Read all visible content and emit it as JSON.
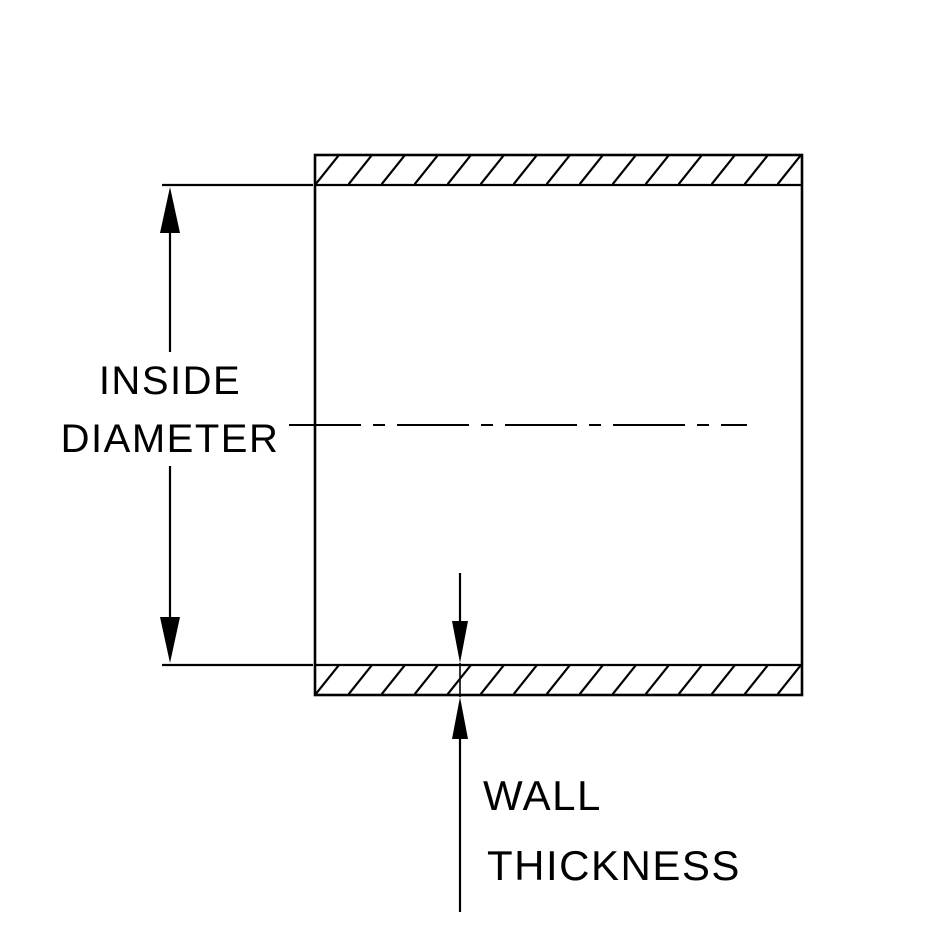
{
  "diagram": {
    "title": "tube-cross-section-dimension-diagram",
    "labels": {
      "inside_diameter_line1": "INSIDE",
      "inside_diameter_line2": "DIAMETER",
      "wall_thickness_line1": "WALL",
      "wall_thickness_line2": "THICKNESS"
    },
    "colors": {
      "line": "#000000",
      "background": "#ffffff"
    }
  }
}
